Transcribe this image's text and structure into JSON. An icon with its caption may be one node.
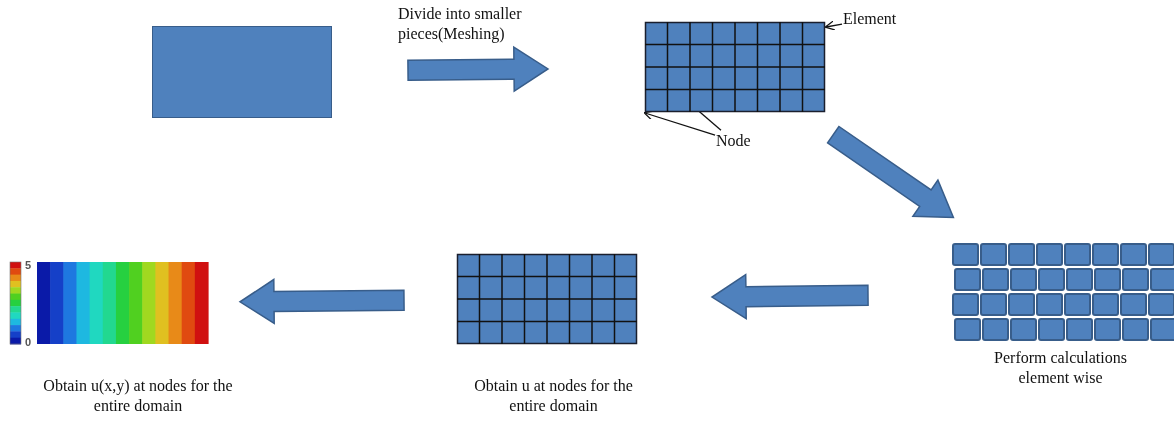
{
  "diagram": {
    "nodes": [
      {
        "text": [],
        "shape": "box"
      },
      {
        "text": [],
        "shape": "box"
      },
      {
        "text": [
          "Element"
        ]
      },
      {
        "text": [
          "Node"
        ]
      },
      {
        "text": [],
        "shape": "picture",
        "beside": [
          "Perform calculations element wise"
        ]
      },
      {
        "text": [],
        "shape": "box",
        "beside": [
          "Obtain u at nodes for the entire domain"
        ]
      },
      {
        "text": [],
        "shape": "picture",
        "beside": [
          "Obtain u(x,y) at nodes for the entire domain"
        ]
      }
    ],
    "edges": [
      {
        "from": 0,
        "to": 1,
        "arrow": "to",
        "label": "Divide into smaller pieces(Meshing)"
      },
      {
        "from": 1,
        "to": 4,
        "arrow": "to"
      },
      {
        "from": 4,
        "to": 5,
        "arrow": "to"
      },
      {
        "from": 5,
        "to": 6,
        "arrow": "to"
      },
      {
        "from": 2,
        "to": 1,
        "arrow": "to"
      },
      {
        "from": 3,
        "to": 1,
        "arrow": "to"
      },
      {
        "from": 3,
        "to": 1,
        "arrow": "to"
      }
    ],
    "labels": [
      "5",
      "0"
    ]
  }
}
